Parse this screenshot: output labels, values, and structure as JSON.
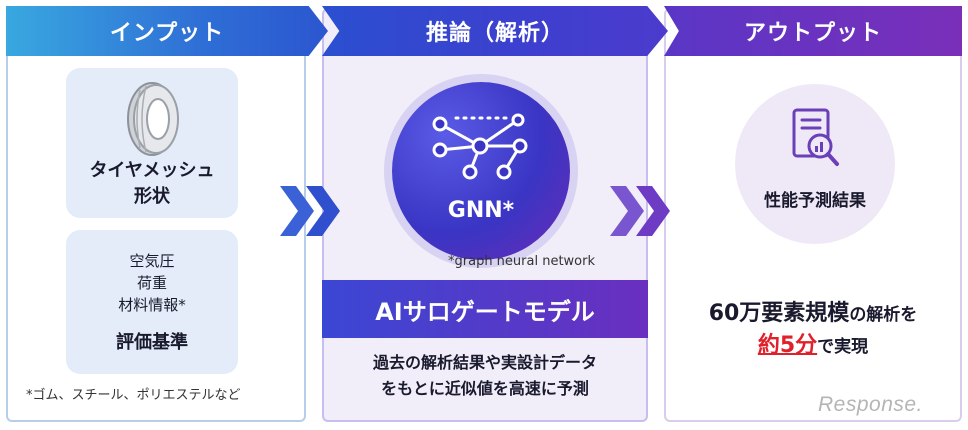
{
  "headers": {
    "input": "インプット",
    "inference": "推論（解析）",
    "output": "アウトプット"
  },
  "input": {
    "box1_line1": "タイヤメッシュ",
    "box1_line2": "形状",
    "box2_lines": [
      "空気圧",
      "荷重",
      "材料情報*"
    ],
    "box2_bold": "評価基準",
    "footnote": "*ゴム、スチール、ポリエステルなど"
  },
  "inference": {
    "gnn_label": "GNN*",
    "gnn_note": "*graph neural network",
    "band_title": "AIサロゲートモデル",
    "desc_line1": "過去の解析結果や実設計データ",
    "desc_line2": "をもとに近似値を高速に予測"
  },
  "output": {
    "result_label": "性能予測結果",
    "line1_big": "60万要素規模",
    "line1_small": "の解析を",
    "line2_red": "約5分",
    "line2_small": "で実現"
  },
  "watermark": "Response.",
  "colors": {
    "input_header": "#2f6fd6",
    "inference_header": "#3d3fce",
    "output_header": "#7a2fb9",
    "accent_red": "#e0202a"
  }
}
